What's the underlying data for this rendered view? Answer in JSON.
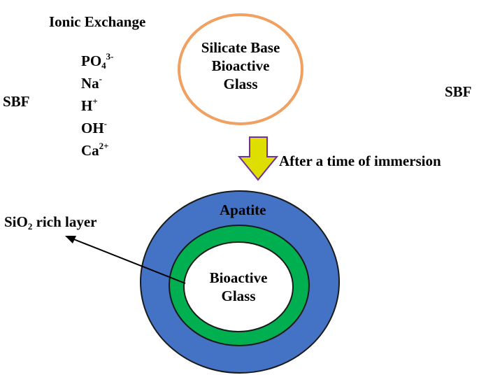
{
  "labels": {
    "ionic_exchange": "Ionic Exchange",
    "sbf_left": "SBF",
    "sbf_right": "SBF",
    "after_immersion": "After a time of immersion",
    "apatite": "Apatite",
    "sio2_prefix": "SiO",
    "sio2_subscript": "2",
    "sio2_suffix": " rich layer"
  },
  "ions": [
    {
      "base": "PO",
      "sub": "4",
      "sup": "3-"
    },
    {
      "base": "Na",
      "sub": "",
      "sup": "-"
    },
    {
      "base": "H",
      "sub": "",
      "sup": "+"
    },
    {
      "base": "OH",
      "sub": "",
      "sup": "-"
    },
    {
      "base": "Ca",
      "sub": "",
      "sup": "2+"
    }
  ],
  "top_particle": {
    "lines": [
      "Silicate Base",
      "Bioactive",
      "Glass"
    ]
  },
  "core": {
    "lines": [
      "Bioactive",
      "Glass"
    ]
  },
  "colors": {
    "top_outline": "#f0a060",
    "apatite_fill": "#4472c4",
    "outline": "#1a1a1a",
    "sio2_fill": "#00b050",
    "arrow_fill": "#dede00",
    "arrow_outline": "#7030a0"
  }
}
